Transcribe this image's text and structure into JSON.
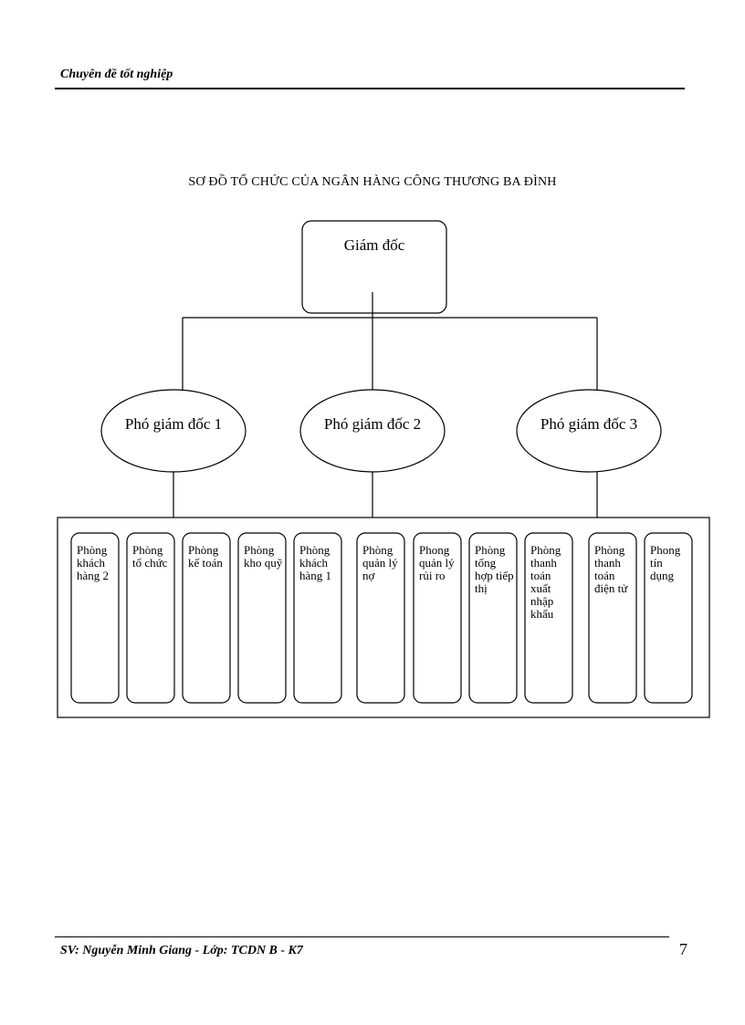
{
  "header": {
    "text": "Chuyên đề tốt nghiệp"
  },
  "title": "SƠ ĐỒ TỔ CHỨC CỦA NGÂN HÀNG CÔNG THƯƠNG BA ĐÌNH",
  "director": "Giám đốc",
  "deputies": [
    "Phó giám đốc 1",
    "Phó giám đốc 2",
    "Phó giám đốc 3"
  ],
  "departments": [
    "Phòng khách hàng 2",
    "Phòng tổ chức",
    "Phòng kế toán",
    "Phòng kho quỹ",
    "Phòng khách hàng 1",
    "Phòng quản lý nợ",
    "Phong quản lý rủi ro",
    "Phòng tổng hợp tiếp thị",
    "Phòng thanh toán xuất nhập khẩu",
    "Phòng thanh toán điện tử",
    "Phong tín dụng"
  ],
  "footer": {
    "text": "SV: Nguyễn Minh Giang - Lớp: TCDN B - K7",
    "page": "7"
  }
}
